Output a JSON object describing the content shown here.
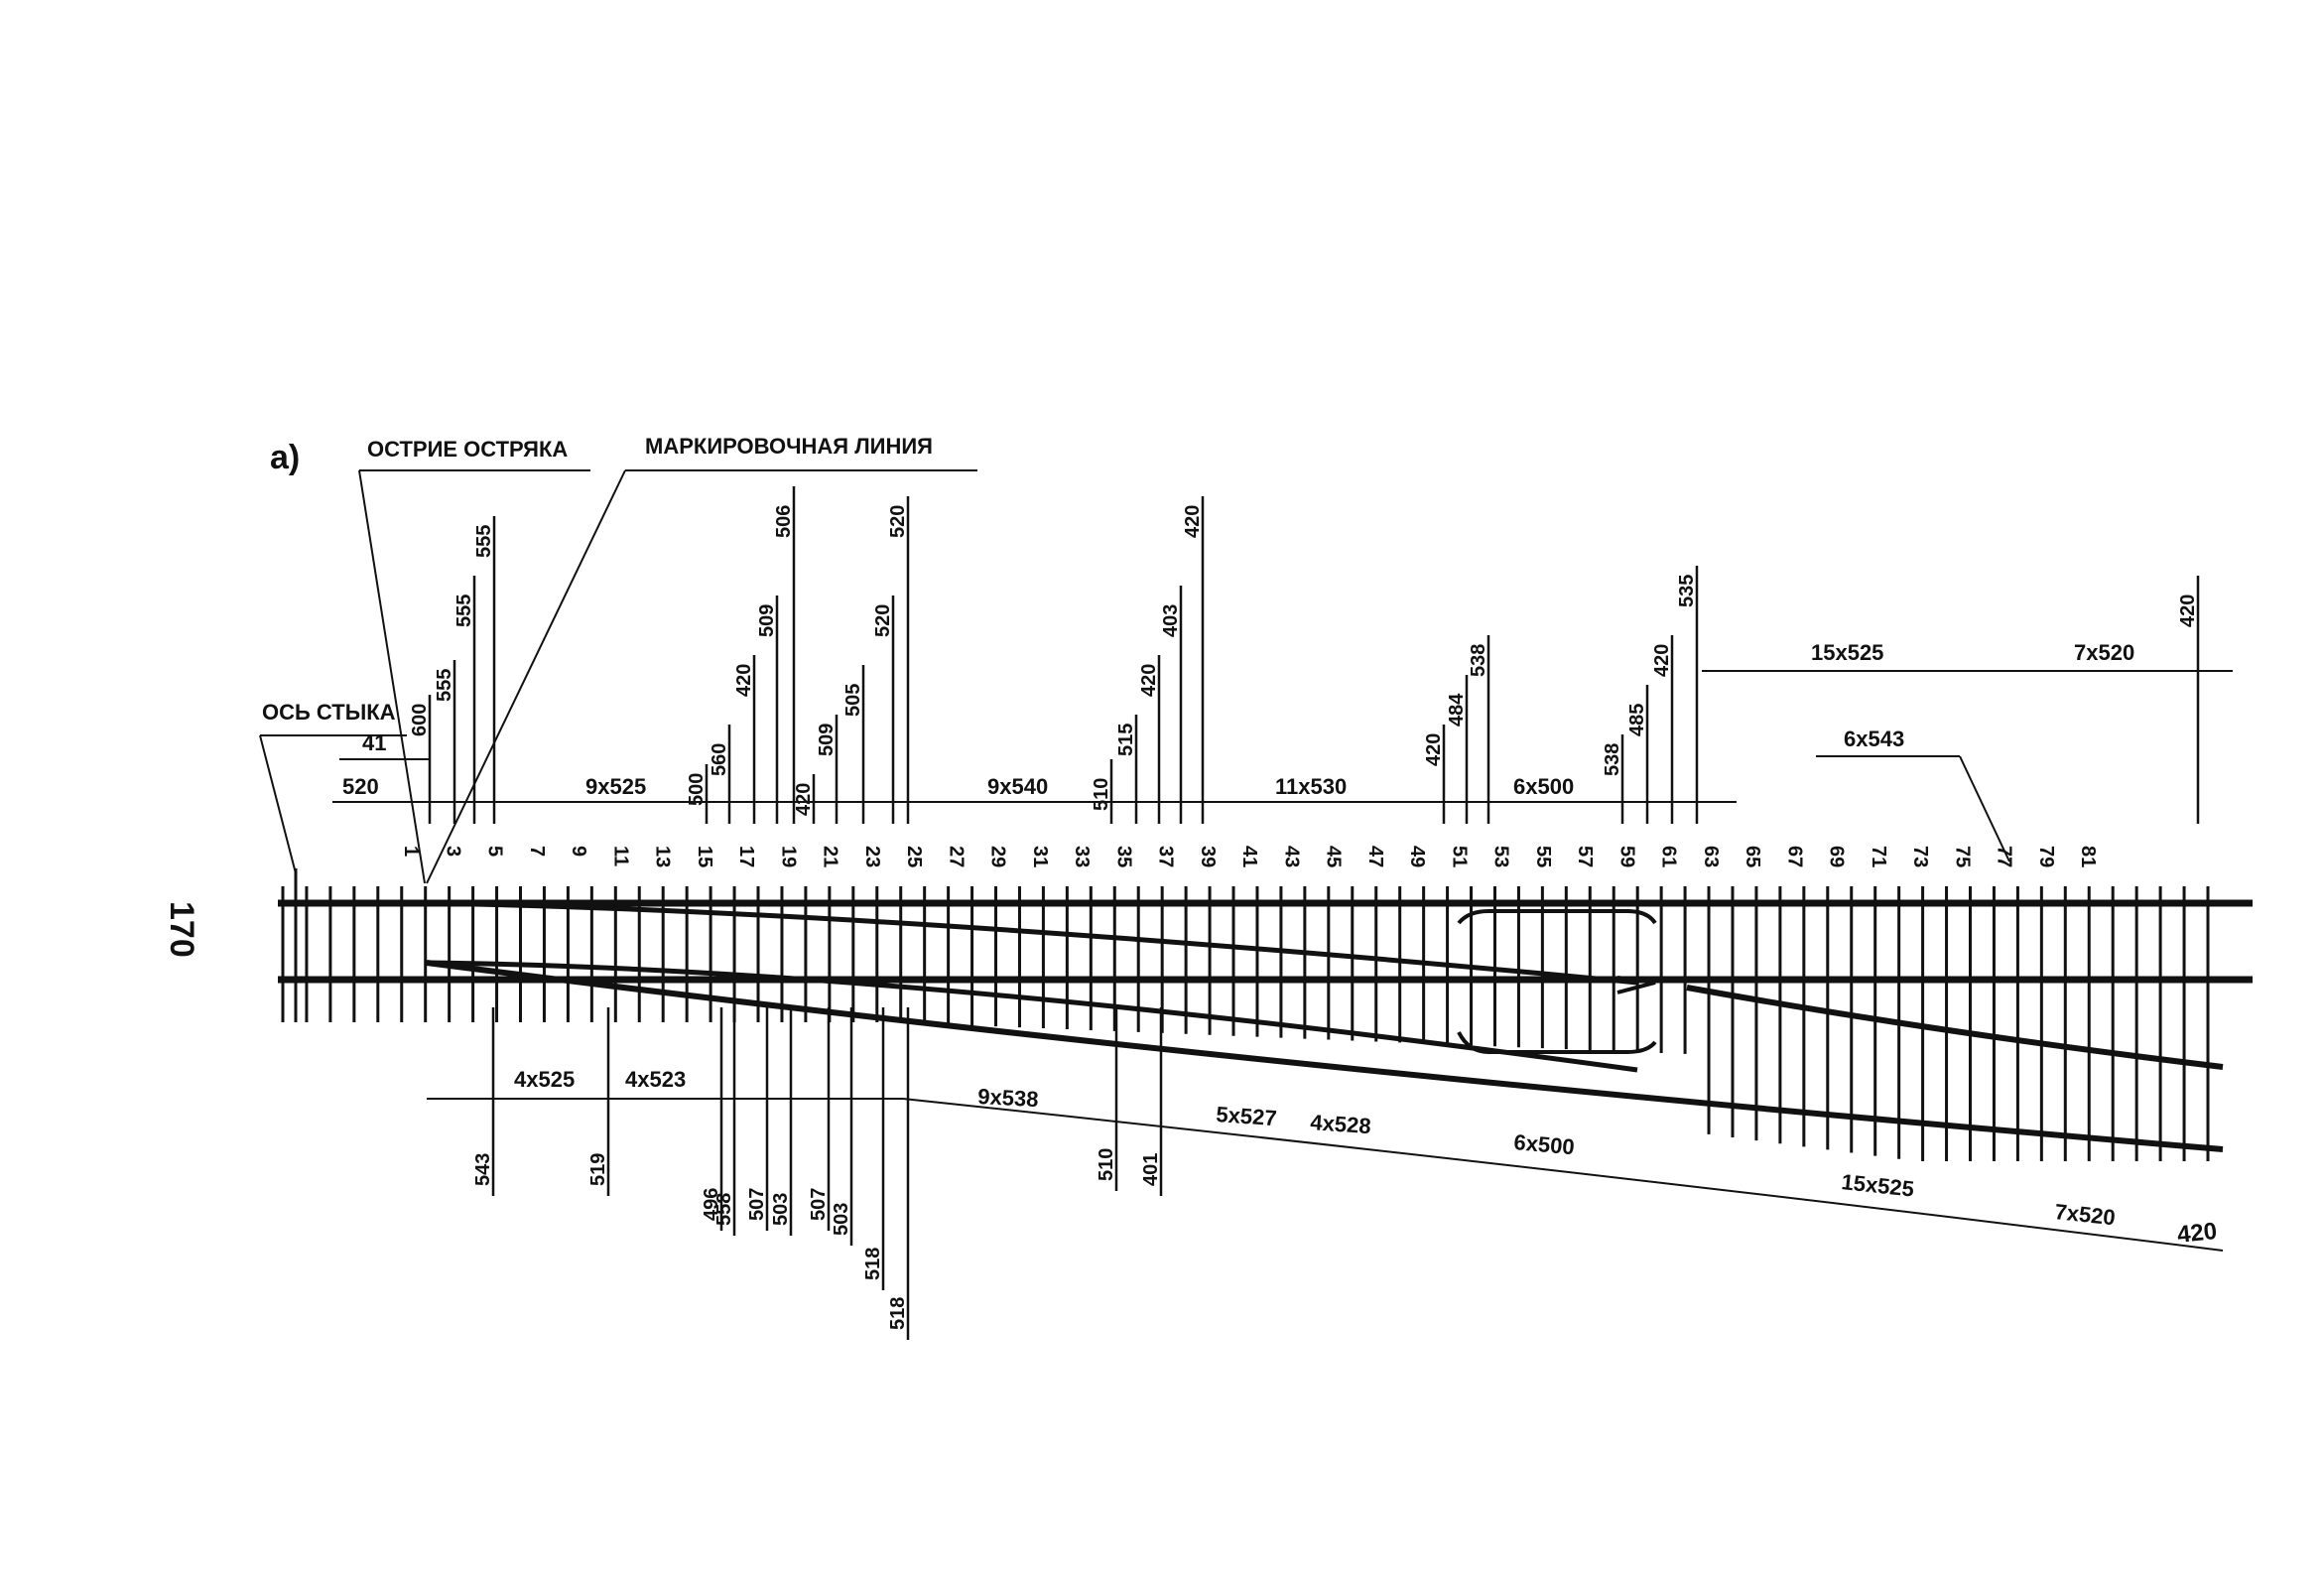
{
  "diagram": {
    "figure_label": "а)",
    "page_number": "170",
    "callouts": {
      "blade_tip": "ОСТРИЕ ОСТРЯКА",
      "marking_line": "МАРКИРОВОЧНАЯ ЛИНИЯ",
      "joint_axis": "ОСЬ СТЫКА"
    },
    "sleeper_numbers": [
      "1",
      "3",
      "5",
      "7",
      "9",
      "11",
      "13",
      "15",
      "17",
      "19",
      "21",
      "23",
      "25",
      "27",
      "29",
      "31",
      "33",
      "35",
      "37",
      "39",
      "41",
      "43",
      "45",
      "47",
      "49",
      "51",
      "53",
      "55",
      "57",
      "59",
      "61",
      "63",
      "65",
      "67",
      "69",
      "71",
      "73",
      "75",
      "77",
      "79",
      "81"
    ],
    "top_dimensions": {
      "tick_labels": [
        "600",
        "555",
        "555",
        "555",
        "500",
        "560",
        "420",
        "509",
        "506",
        "420",
        "509",
        "505",
        "520",
        "520",
        "510",
        "515",
        "420",
        "403",
        "420",
        "420",
        "484",
        "538",
        "538",
        "485",
        "420",
        "535",
        "420"
      ],
      "spacing_groups": [
        "520",
        "41",
        "9x525",
        "9x540",
        "11x530",
        "6x500",
        "15x525",
        "7x520",
        "6x543"
      ]
    },
    "bottom_dimensions": {
      "tick_labels": [
        "543",
        "519",
        "496",
        "558",
        "507",
        "503",
        "507",
        "503",
        "518",
        "518",
        "510",
        "401"
      ],
      "spacing_groups": [
        "4x525",
        "4x523",
        "9x538",
        "5x527",
        "4x528",
        "6x500",
        "15x525",
        "7x520",
        "420"
      ]
    },
    "colors": {
      "ink": "#111111",
      "paper": "#ffffff"
    }
  }
}
